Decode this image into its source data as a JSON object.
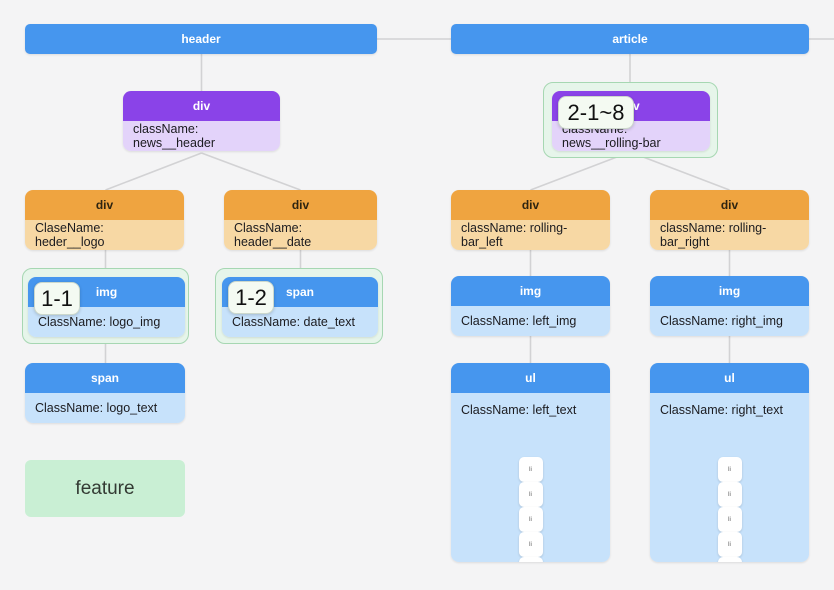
{
  "top_bars": {
    "header": "header",
    "article": "article"
  },
  "nodes": {
    "news_header": {
      "title": "div",
      "body": "className: news__header"
    },
    "news_rolling_bar": {
      "title": "div",
      "body": "className: news__rolling-bar",
      "badge": "2-1~8"
    },
    "header_logo": {
      "title": "div",
      "body": "ClaseName: heder__logo"
    },
    "header_date": {
      "title": "div",
      "body": "ClassName: header__date"
    },
    "logo_img": {
      "title": "img",
      "body": "ClassName: logo_img",
      "badge": "1-1"
    },
    "date_text": {
      "title": "span",
      "body": "ClassName: date_text",
      "badge": "1-2"
    },
    "logo_text": {
      "title": "span",
      "body": "ClassName: logo_text"
    },
    "rolling_bar_left": {
      "title": "div",
      "body": "className: rolling-bar_left"
    },
    "rolling_bar_right": {
      "title": "div",
      "body": "className: rolling-bar_right"
    },
    "left_img": {
      "title": "img",
      "body": "ClassName: left_img"
    },
    "right_img": {
      "title": "img",
      "body": "ClassName: right_img"
    },
    "left_text": {
      "title": "ul",
      "body": "ClassName: left_text",
      "items": [
        "li",
        "li",
        "li",
        "li",
        "li"
      ]
    },
    "right_text": {
      "title": "ul",
      "body": "ClassName: right_text",
      "items": [
        "li",
        "li",
        "li",
        "li",
        "li"
      ]
    }
  },
  "feature": {
    "label": "feature"
  },
  "colors": {
    "background": "#f4f4f5",
    "blue": "#4696ee",
    "blue_light": "#c7e2fb",
    "purple": "#8a43e8",
    "purple_light": "#e3d3fa",
    "orange": "#efa440",
    "orange_light": "#f7d8a4",
    "highlight_green_fill": "#e6f5ea",
    "highlight_green_border": "#a6d7b2",
    "badge_bg": "#f4faf2",
    "feature_bg": "#c9efd4",
    "connector": "#d2d2d4"
  }
}
